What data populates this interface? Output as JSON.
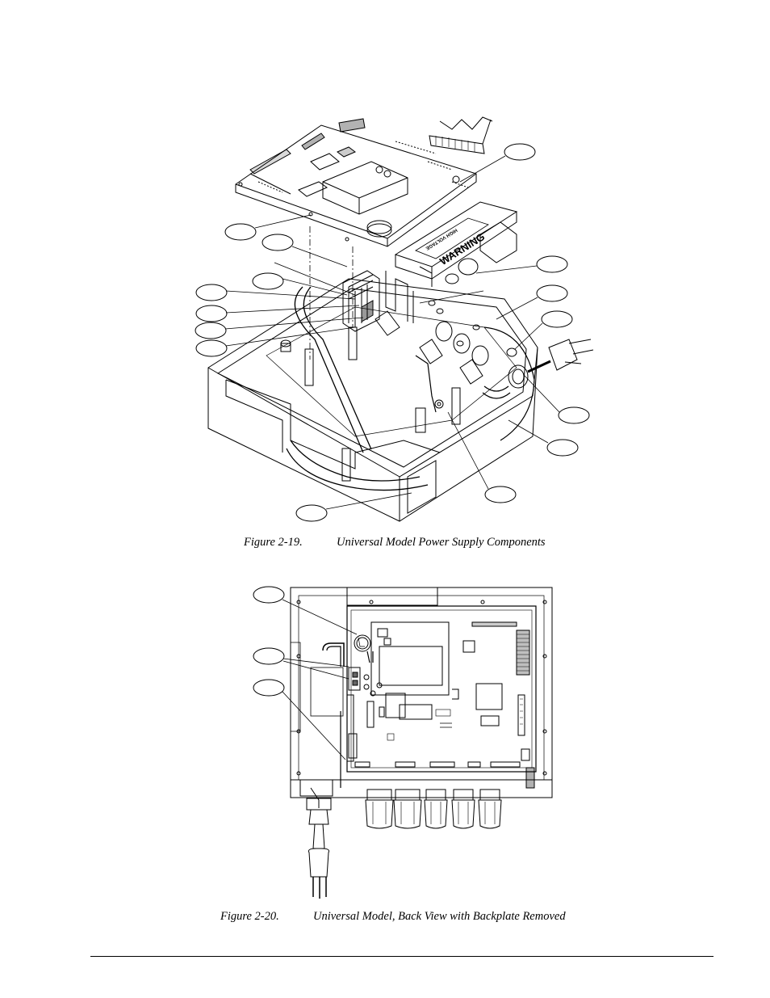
{
  "figures": [
    {
      "id": "figure-2-19",
      "number": "Figure 2-19.",
      "title": "Universal Model Power Supply Components",
      "warning_label": "WARNING",
      "warning_sub": "HIGH VOLTAGE"
    },
    {
      "id": "figure-2-20",
      "number": "Figure 2-20.",
      "title": "Universal Model, Back View with Backplate Removed"
    }
  ]
}
